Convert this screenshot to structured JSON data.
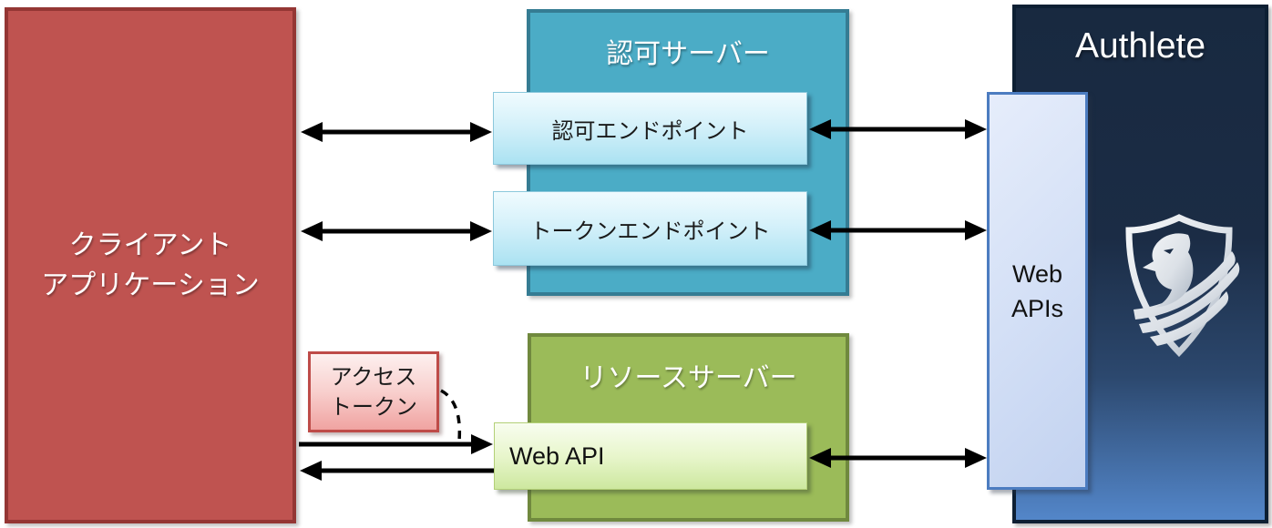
{
  "client": {
    "line1": "クライアント",
    "line2": "アプリケーション"
  },
  "authorization_server": {
    "title": "認可サーバー",
    "authorization_endpoint": "認可エンドポイント",
    "token_endpoint": "トークンエンドポイント"
  },
  "resource_server": {
    "title": "リソースサーバー",
    "web_api": "Web API"
  },
  "authlete": {
    "title": "Authlete",
    "web_apis_line1": "Web",
    "web_apis_line2": "APIs",
    "logo": "authlete-shield-eagle-icon"
  },
  "access_token": {
    "line1": "アクセス",
    "line2": "トークン"
  },
  "connections": [
    {
      "from": "client-application",
      "to": "authorization-endpoint",
      "style": "double-arrow"
    },
    {
      "from": "client-application",
      "to": "token-endpoint",
      "style": "double-arrow"
    },
    {
      "from": "authorization-endpoint",
      "to": "authlete-web-apis",
      "style": "double-arrow"
    },
    {
      "from": "token-endpoint",
      "to": "authlete-web-apis",
      "style": "double-arrow"
    },
    {
      "from": "client-application",
      "to": "web-api",
      "style": "single-arrow-right"
    },
    {
      "from": "web-api",
      "to": "client-application",
      "style": "single-arrow-left"
    },
    {
      "from": "web-api",
      "to": "authlete-web-apis",
      "style": "double-arrow"
    },
    {
      "from": "access-token",
      "to": "client-web-api-request",
      "style": "dashed-curve"
    }
  ],
  "colors": {
    "client_fill": "#BF5350",
    "client_border": "#943634",
    "auth_server_fill": "#4BACC6",
    "auth_server_border": "#357C93",
    "endpoint_fill_top": "#F0FBFE",
    "endpoint_fill_bottom": "#ABE2F2",
    "resource_fill": "#9BBB59",
    "resource_border": "#70893E",
    "web_api_fill_bottom": "#CDE89F",
    "authlete_fill_top": "#182940",
    "authlete_fill_bottom": "#5386C9",
    "web_apis_fill": "#D4E0F6",
    "web_apis_border": "#4C7CC0",
    "access_token_border": "#BE4B48",
    "access_token_fill_bottom": "#F0A3A1",
    "arrow": "#000000",
    "text_on_dark": "#FFFFFF",
    "text_on_light": "#1A1A1A"
  }
}
